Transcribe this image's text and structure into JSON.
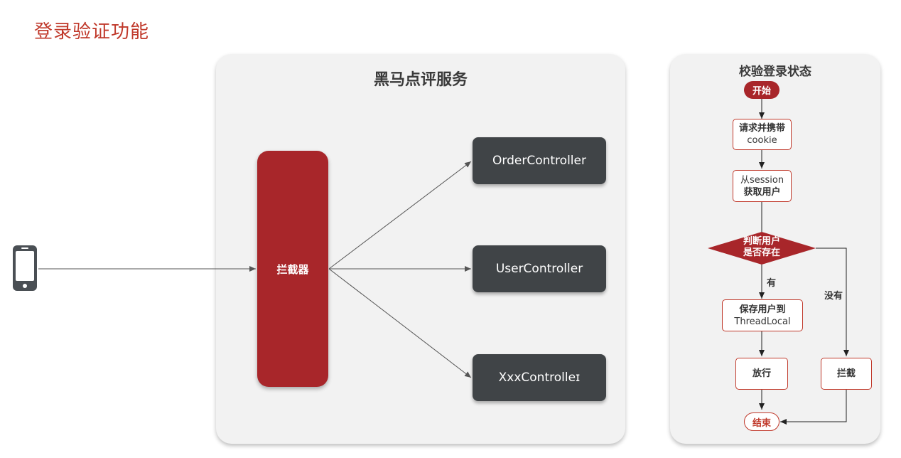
{
  "title": "登录验证功能",
  "service": {
    "title": "黑马点评服务",
    "interceptor_label": "拦截器",
    "controllers": [
      "OrderController",
      "UserController",
      "XxxControlleɪ"
    ]
  },
  "flow": {
    "title": "校验登录状态",
    "start": "开始",
    "step1_line1": "请求并携带",
    "step1_line2": "cookie",
    "step2_line1": "从session",
    "step2_line2": "获取用户",
    "decision_line1": "判断用户",
    "decision_line2": "是否存在",
    "yes_label": "有",
    "no_label": "没有",
    "save_line1": "保存用户到",
    "save_line2": "ThreadLocal",
    "allow": "放行",
    "block": "拦截",
    "end": "结束"
  },
  "colors": {
    "accent": "#c0392b",
    "interceptor": "#a8262a",
    "controller": "#404447"
  },
  "icons": [
    "smartphone-icon"
  ]
}
